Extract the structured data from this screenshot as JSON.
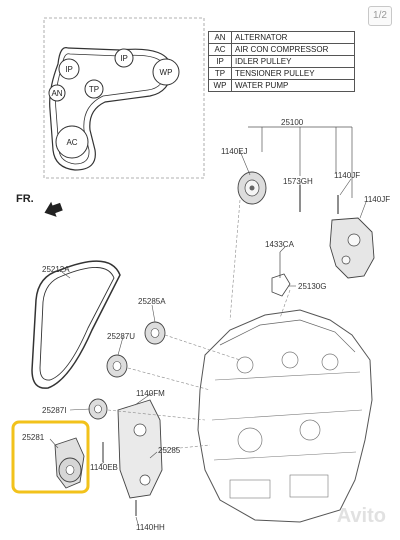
{
  "pager": "1/2",
  "legend": [
    {
      "code": "AN",
      "name": "ALTERNATOR"
    },
    {
      "code": "AC",
      "name": "AIR CON COMPRESSOR"
    },
    {
      "code": "IP",
      "name": "IDLER PULLEY"
    },
    {
      "code": "TP",
      "name": "TENSIONER PULLEY"
    },
    {
      "code": "WP",
      "name": "WATER PUMP"
    }
  ],
  "belt_routing": {
    "ip_top": "IP",
    "ip_right": "IP",
    "wp": "WP",
    "an": "AN",
    "tp": "TP",
    "ac": "AC"
  },
  "front_marker": "FR.",
  "parts": {
    "p25100": "25100",
    "p1140EJ": "1140EJ",
    "p1573GH": "1573GH",
    "p1140JF_a": "1140JF",
    "p1140JF_b": "1140JF",
    "p1433CA": "1433CA",
    "p25130G": "25130G",
    "p25212A": "25212A",
    "p25285A": "25285A",
    "p25287U": "25287U",
    "p1140FM": "1140FM",
    "p25287I": "25287I",
    "p25281": "25281",
    "p1140EB": "1140EB",
    "p25285": "25285",
    "p1140HH": "1140HH"
  },
  "highlight_color": "#f2c21b",
  "watermark": "Avito"
}
